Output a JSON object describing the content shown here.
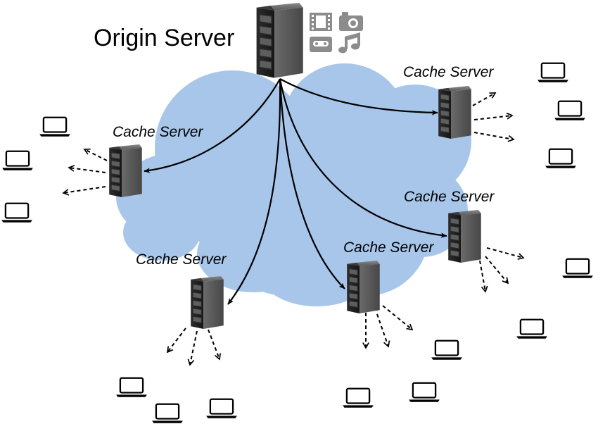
{
  "diagram": {
    "origin": {
      "label": "Origin Server",
      "media_icons": [
        "film-icon",
        "camera-icon",
        "cassette-icon",
        "music-note-icon"
      ]
    },
    "cache_servers": [
      {
        "label": "Cache Server"
      },
      {
        "label": "Cache Server"
      },
      {
        "label": "Cache Server"
      },
      {
        "label": "Cache Server"
      },
      {
        "label": "Cache Server"
      }
    ],
    "client_icon": "laptop-icon",
    "colors": {
      "cloud": "#a7c6ea",
      "server_body": "#4b4b4b",
      "arrow": "#000000",
      "media_icon": "#8c8c8c"
    }
  }
}
